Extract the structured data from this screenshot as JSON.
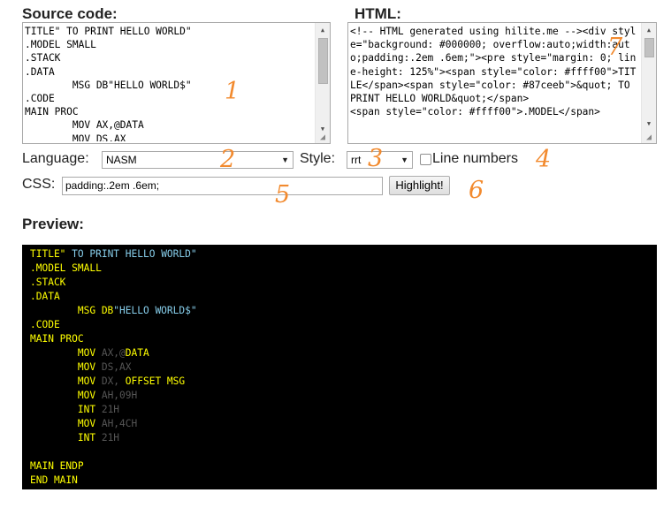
{
  "headings": {
    "source": "Source code:",
    "html": "HTML:",
    "preview": "Preview:"
  },
  "source_lines": [
    "TITLE\" TO PRINT HELLO WORLD\"",
    ".MODEL SMALL",
    ".STACK",
    ".DATA",
    "        MSG DB\"HELLO WORLD$\"",
    ".CODE",
    "MAIN PROC",
    "        MOV AX,@DATA",
    "        MOV DS,AX"
  ],
  "html_output": "<!-- HTML generated using hilite.me --><div style=\"background: #000000; overflow:auto;width:auto;padding:.2em .6em;\"><pre style=\"margin: 0; line-height: 125%\"><span style=\"color: #ffff00\">TITLE</span><span style=\"color: #87ceeb\">&quot; TO PRINT HELLO WORLD&quot;</span>\n<span style=\"color: #ffff00\">.MODEL</span>",
  "controls": {
    "language_label": "Language:",
    "language_value": "NASM",
    "style_label": "Style:",
    "style_value": "rrt",
    "line_numbers_label": "Line numbers",
    "line_numbers_checked": false,
    "css_label": "CSS:",
    "css_value": "padding:.2em .6em;",
    "highlight_button": "Highlight!"
  },
  "annotations": [
    "1",
    "2",
    "3",
    "4",
    "5",
    "6",
    "7"
  ],
  "preview": {
    "background": "#000000",
    "colors": {
      "keyword": "#ffff00",
      "string": "#87ceeb",
      "register": "#555555"
    },
    "lines": [
      [
        {
          "t": "TITLE\"",
          "c": "y"
        },
        {
          "t": " TO PRINT HELLO WORLD\"",
          "c": "b"
        }
      ],
      [
        {
          "t": ".MODEL SMALL",
          "c": "y"
        }
      ],
      [
        {
          "t": ".STACK",
          "c": "y"
        }
      ],
      [
        {
          "t": ".DATA",
          "c": "y"
        }
      ],
      [
        {
          "t": "        MSG DB",
          "c": "y"
        },
        {
          "t": "\"HELLO WORLD$\"",
          "c": "b"
        }
      ],
      [
        {
          "t": ".CODE",
          "c": "y"
        }
      ],
      [
        {
          "t": "MAIN PROC",
          "c": "y"
        }
      ],
      [
        {
          "t": "        MOV ",
          "c": "y"
        },
        {
          "t": "AX,@",
          "c": "g"
        },
        {
          "t": "DATA",
          "c": "y"
        }
      ],
      [
        {
          "t": "        MOV ",
          "c": "y"
        },
        {
          "t": "DS,AX",
          "c": "g"
        }
      ],
      [
        {
          "t": "        MOV ",
          "c": "y"
        },
        {
          "t": "DX, ",
          "c": "g"
        },
        {
          "t": "OFFSET MSG",
          "c": "y"
        }
      ],
      [
        {
          "t": "        MOV ",
          "c": "y"
        },
        {
          "t": "AH,09H",
          "c": "g"
        }
      ],
      [
        {
          "t": "        INT ",
          "c": "y"
        },
        {
          "t": "21H",
          "c": "g"
        }
      ],
      [
        {
          "t": "        MOV ",
          "c": "y"
        },
        {
          "t": "AH,4CH",
          "c": "g"
        }
      ],
      [
        {
          "t": "        INT ",
          "c": "y"
        },
        {
          "t": "21H",
          "c": "g"
        }
      ],
      [
        {
          "t": "",
          "c": "y"
        }
      ],
      [
        {
          "t": "MAIN ENDP",
          "c": "y"
        }
      ],
      [
        {
          "t": "END MAIN",
          "c": "y"
        }
      ]
    ]
  }
}
